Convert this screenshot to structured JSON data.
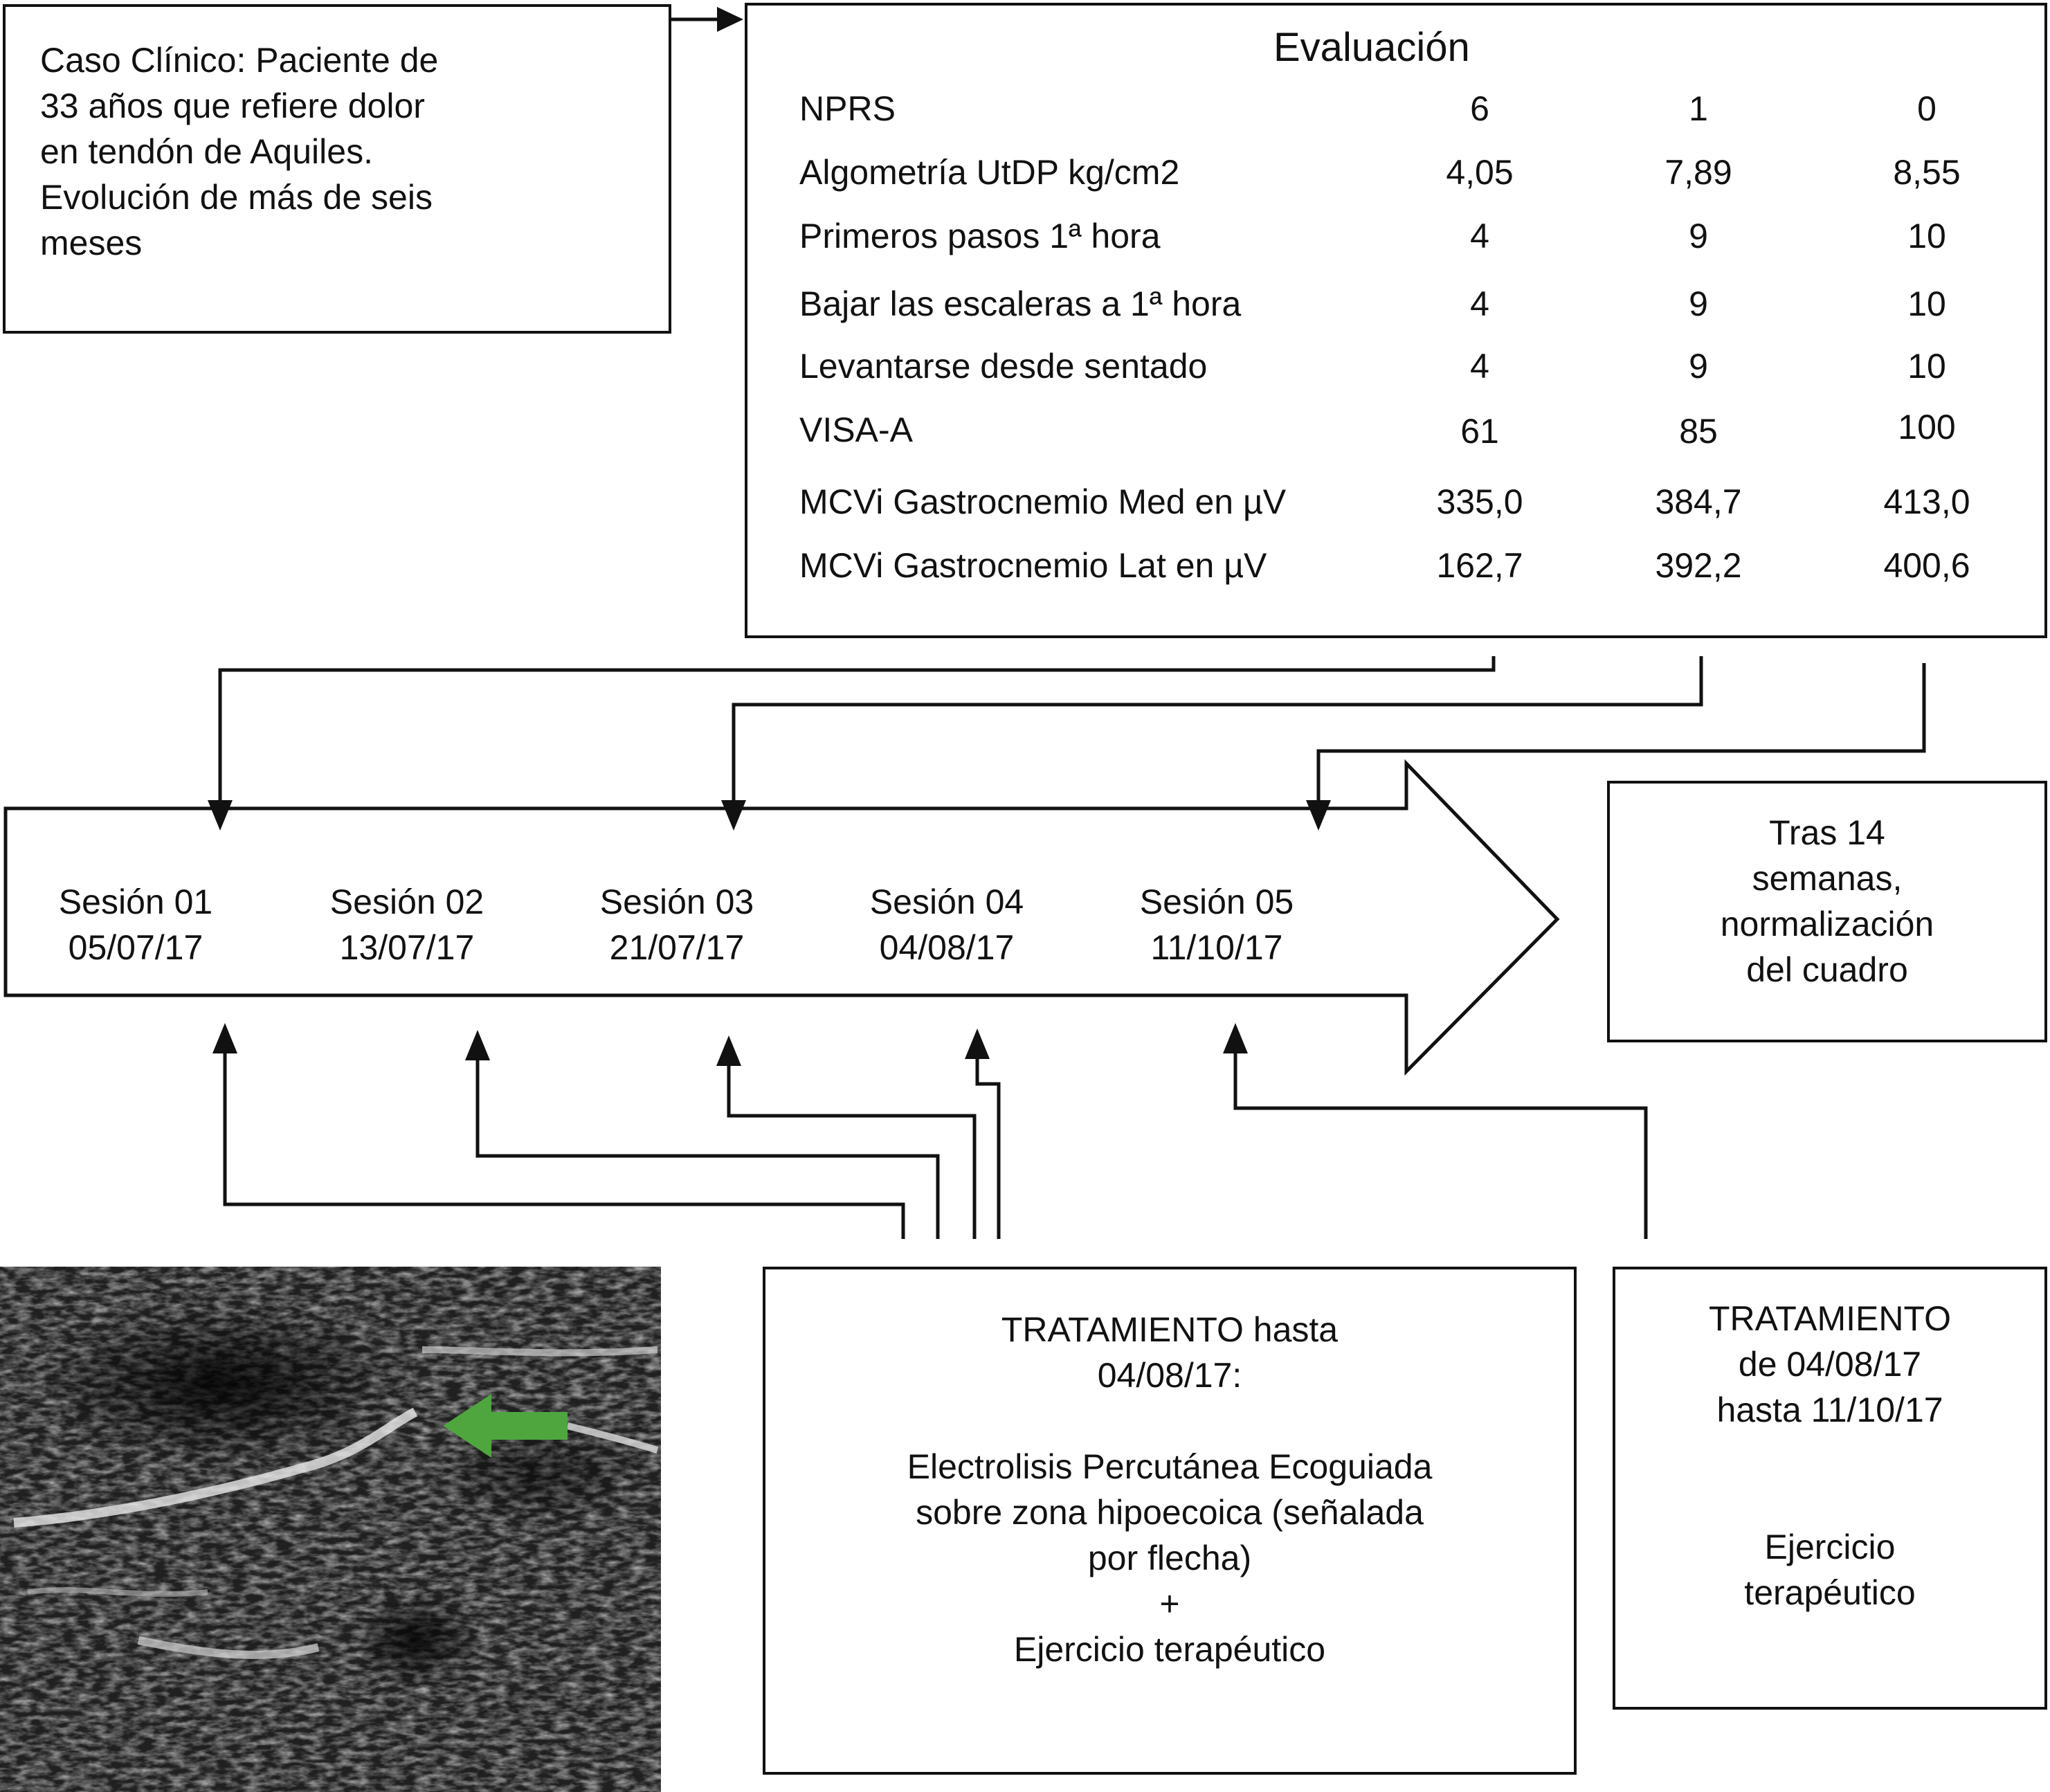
{
  "case_box": {
    "lines": [
      "Caso Clínico: Paciente de",
      "33 años que refiere dolor",
      "en tendón de Aquiles.",
      "Evolución de más de seis",
      "meses"
    ]
  },
  "evaluation": {
    "title": "Evaluación",
    "rows": [
      {
        "label": "NPRS",
        "values": [
          "6",
          "1",
          "0"
        ]
      },
      {
        "label": "Algometría UtDP kg/cm2",
        "values": [
          "4,05",
          "7,89",
          "8,55"
        ]
      },
      {
        "label": "Primeros pasos 1ª hora",
        "values": [
          "4",
          "9",
          "10"
        ]
      },
      {
        "label": "Bajar las escaleras a 1ª hora",
        "values": [
          "4",
          "9",
          "10"
        ]
      },
      {
        "label": "Levantarse desde sentado",
        "values": [
          "4",
          "9",
          "10"
        ]
      },
      {
        "label": "VISA-A",
        "values": [
          "61",
          "85",
          "100"
        ]
      },
      {
        "label": "MCVi Gastrocnemio Med en µV",
        "values": [
          "335,0",
          "384,7",
          "413,0"
        ]
      },
      {
        "label": "MCVi Gastrocnemio Lat en µV",
        "values": [
          "162,7",
          "392,2",
          "400,6"
        ]
      }
    ]
  },
  "sessions": [
    {
      "name": "Sesión 01",
      "date": "05/07/17"
    },
    {
      "name": "Sesión 02",
      "date": "13/07/17"
    },
    {
      "name": "Sesión 03",
      "date": "21/07/17"
    },
    {
      "name": "Sesión 04",
      "date": "04/08/17"
    },
    {
      "name": "Sesión 05",
      "date": "11/10/17"
    }
  ],
  "outcome_box": {
    "lines": [
      "Tras 14",
      "semanas,",
      "normalización",
      "del cuadro"
    ]
  },
  "treatment_1": {
    "lines": [
      "TRATAMIENTO hasta",
      "04/08/17:",
      "",
      "Electrolisis Percutánea Ecoguiada",
      "sobre zona hipoecoica (señalada",
      "por flecha)",
      "+",
      "Ejercicio terapéutico"
    ]
  },
  "treatment_2": {
    "lines": [
      "TRATAMIENTO",
      "de 04/08/17",
      "hasta 11/10/17",
      "",
      "",
      "Ejercicio",
      "terapéutico"
    ]
  },
  "colors": {
    "line": "#111111",
    "pointer_arrow": "#4fa63f",
    "ultrasound_bg": "#1a1a1a"
  }
}
